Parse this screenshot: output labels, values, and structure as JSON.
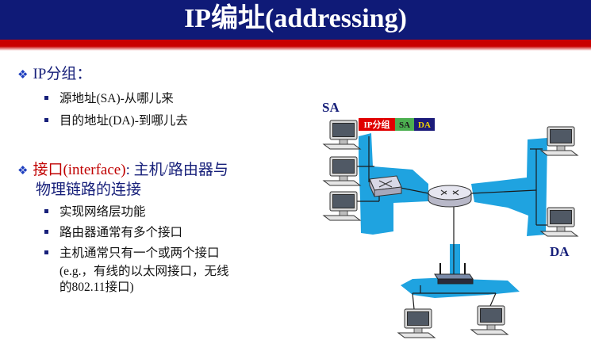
{
  "title": "IP编址(addressing)",
  "bullets": {
    "packet": {
      "label": "IP分组：",
      "items": [
        "源地址(SA)-从哪儿来",
        "目的地址(DA)-到哪儿去"
      ]
    },
    "interface": {
      "label_red": "接口(interface)",
      "label_rest": ": 主机/路由器与",
      "label_line2": "物理链路的连接",
      "items": [
        "实现网络层功能",
        "路由器通常有多个接口",
        "主机通常只有一个或两个接口"
      ],
      "note_line1": "(e.g.，有线的以太网接口，无线",
      "note_line2": "的802.11接口)"
    }
  },
  "diagram": {
    "sa_label": "SA",
    "da_label": "DA",
    "packet": {
      "ip": "IP分组",
      "sa": "SA",
      "da": "DA"
    },
    "colors": {
      "link_blue": "#1fa3e0",
      "packet_red": "#e00000",
      "packet_green": "#4caf50",
      "packet_navy": "#1b1b7a"
    }
  }
}
